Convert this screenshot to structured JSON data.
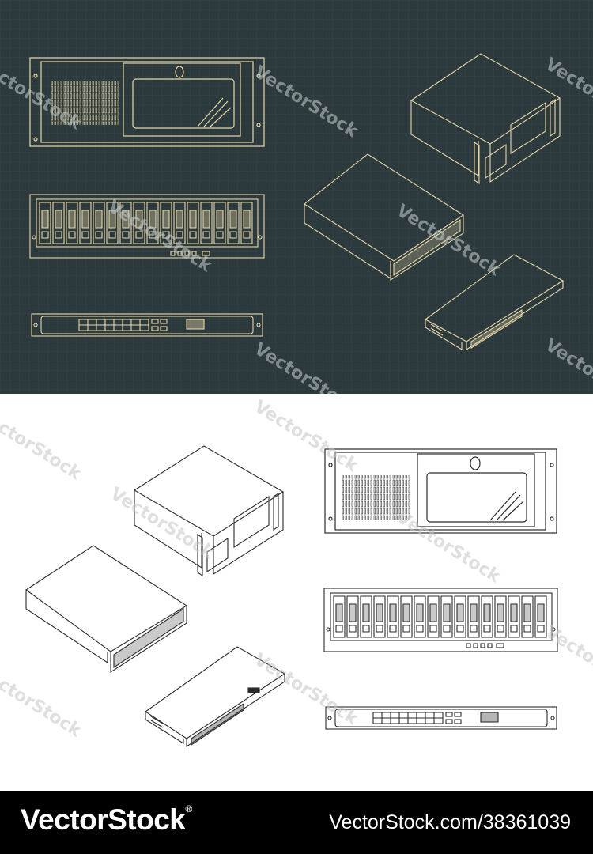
{
  "footer": {
    "brand": "VectorStock",
    "image_id": "VectorStock.com/38361039",
    "brand_mark": "®"
  },
  "watermark": {
    "text": "VectorStock"
  },
  "colors": {
    "dark_background": "#2d3a3d",
    "dark_grid": "#3a4a4e",
    "dark_line": "#e8d8a8",
    "light_background": "#ffffff",
    "light_line": "#2a2a2a",
    "footer_background": "#000000",
    "footer_text": "#ffffff"
  },
  "drawings": {
    "dark": [
      "4u-server-front-view",
      "3u-storage-front-view",
      "1u-switch-front-view",
      "4u-server-isometric",
      "3u-storage-isometric",
      "1u-switch-isometric"
    ],
    "light": [
      "4u-server-front-view",
      "3u-storage-front-view",
      "1u-switch-front-view",
      "4u-server-isometric",
      "3u-storage-isometric",
      "1u-switch-isometric"
    ]
  }
}
